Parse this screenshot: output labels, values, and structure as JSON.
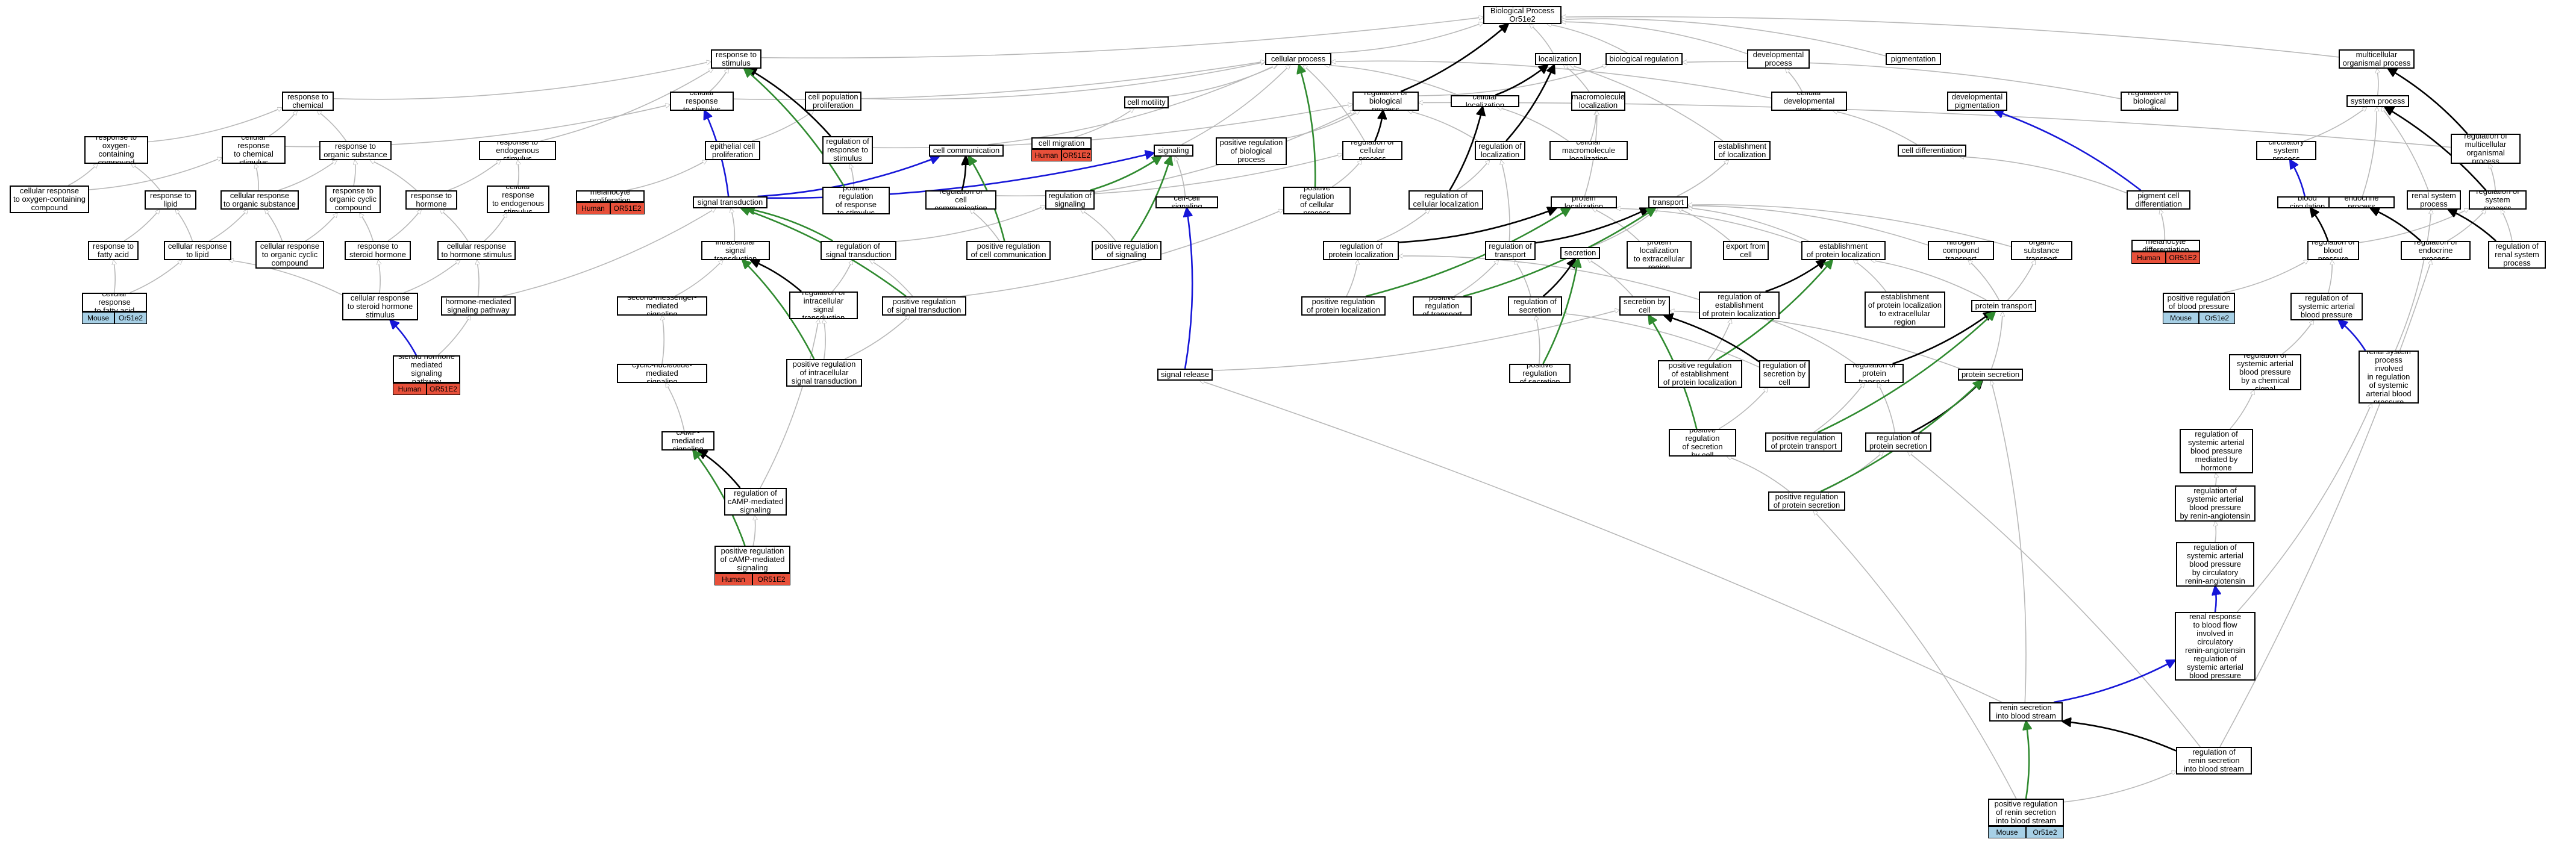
{
  "species_colors": {
    "Human": "#e8503a",
    "Mouse": "#a7d0e6"
  },
  "edge_colors": {
    "gray": "#b8b8b8",
    "black": "#000000",
    "green": "#2f8a2f",
    "blue": "#1616d8"
  },
  "nodes": {
    "bp": "Biological Process\nOr51e2",
    "cellproc": "cellular process",
    "bioreg": "biological regulation",
    "localization": "localization",
    "devproc": "developmental\nprocess",
    "pigmentation": "pigmentation",
    "multiorg": "multicellular\norganismal process",
    "respstim": "response to\nstimulus",
    "cellresp": "cellular response\nto stimulus",
    "cellpop": "cell population\nproliferation",
    "regbp": "regulation of\nbiological process",
    "cellloc": "cellular localization",
    "macroloc": "macromolecule\nlocalization",
    "celldevproc": "cellular developmental\nprocess",
    "devpig": "developmental\npigmentation",
    "regbioqual": "regulation of\nbiological quality",
    "sysproc": "system process",
    "regmultiorg": "regulation of\nmulticellular\norganismal process",
    "respchem": "response to\nchemical",
    "cellmot": "cell motility",
    "cellmig": "cell migration",
    "signaling": "signaling",
    "cellcomm": "cell communication",
    "posregbp": "positive regulation\nof biological\nprocess",
    "regcellproc": "regulation of\ncellular process",
    "regloc": "regulation of\nlocalization",
    "cellmacroloc": "cellular macromolecule\nlocalization",
    "estloc": "establishment\nof localization",
    "celldiff": "cell differentiation",
    "circsys": "circulatory\nsystem process",
    "respoxy": "response to\noxygen-containing\ncompound",
    "cellrespchem": "cellular response\nto chemical\nstimulus",
    "resporg": "response to\norganic substance",
    "respendo": "response to\nendogenous stimulus",
    "epicell": "epithelial cell\nproliferation",
    "regrespstim": "regulation of\nresponse to\nstimulus",
    "bloodcirc": "blood circulation",
    "cellrespoxy": "cellular response\nto oxygen-containing\ncompound",
    "resplipid": "response to\nlipid",
    "cellresporg": "cellular response\nto organic substance",
    "resporgcyc": "response to\norganic cyclic\ncompound",
    "resphorm": "response to\nhormone",
    "cellrespendo": "cellular response\nto endogenous\nstimulus",
    "melprolif": "melanocyte proliferation",
    "sigtrans": "signal transduction",
    "posregresp": "positive regulation\nof response\nto stimulus",
    "regcellcomm": "regulation of\ncell communication",
    "regsig": "regulation of\nsignaling",
    "cellcell": "cell-cell signaling",
    "posregcellproc": "positive regulation\nof cellular\nprocess",
    "regcellloc": "regulation of\ncellular localization",
    "protloc": "protein localization",
    "transport": "transport",
    "pigcelldiff": "pigment cell\ndifferentiation",
    "endoproc": "endocrine process",
    "renalsys": "renal system\nprocess",
    "regsysproc": "regulation of\nsystem process",
    "respfatty": "response to\nfatty acid",
    "cellresplipid": "cellular response\nto lipid",
    "cellresporgcyc": "cellular response\nto organic cyclic\ncompound",
    "respsteroid": "response to\nsteroid hormone",
    "cellresphorm": "cellular response\nto hormone stimulus",
    "intrasig": "intracellular\nsignal transduction",
    "regsigtrans": "regulation of\nsignal transduction",
    "posregcellcomm": "positive regulation\nof cell communication",
    "posregsig": "positive regulation\nof signaling",
    "regprotloc": "regulation of\nprotein localization",
    "regtransport": "regulation of\ntransport",
    "secretion": "secretion",
    "protlocext": "protein localization\nto extracellular\nregion",
    "exportcell": "export from\ncell",
    "estprotloc": "establishment\nof protein localization",
    "nitrogen": "nitrogen compound\ntransport",
    "orgsubst": "organic substance\ntransport",
    "melanodiff": "melanocyte differentiation",
    "regbloodpres": "regulation of\nblood pressure",
    "regendoproc": "regulation of\nendocrine process",
    "regrenalsys": "regulation of\nrenal system\nprocess",
    "cellrespfatty": "cellular response\nto fatty acid",
    "cellrespsteroid": "cellular response\nto steroid hormone\nstimulus",
    "hormsig": "hormone-mediated\nsignaling pathway",
    "secmsg": "second-messenger-mediated\nsignaling",
    "regintrasig": "regulation of\nintracellular\nsignal transduction",
    "posregsigtrans": "positive regulation\nof signal transduction",
    "posregprotloc": "positive regulation\nof protein localization",
    "posregtransport": "positive regulation\nof transport",
    "regsecretion": "regulation of\nsecretion",
    "secbycell": "secretion by\ncell",
    "regestprotloc": "regulation of\nestablishment\nof protein localization",
    "estprotlocext": "establishment\nof protein localization\nto extracellular\nregion",
    "prottransport": "protein transport",
    "posregbloodpres": "positive regulation\nof blood pressure",
    "regsysart": "regulation of\nsystemic arterial\nblood pressure",
    "steroidsig": "steroid hormone\nmediated signaling\npathway",
    "cycnuc": "cyclic-nucleotide-mediated\nsignaling",
    "posregintrasig": "positive regulation\nof intracellular\nsignal transduction",
    "signalrelease": "signal release",
    "posregsecretion": "positive regulation\nof secretion",
    "posregestprotloc": "positive regulation\nof establishment\nof protein localization",
    "regsecbycell": "regulation of\nsecretion by\ncell",
    "regprottransport": "regulation of\nprotein transport",
    "protsecretion": "protein secretion",
    "regsysartchem": "regulation of\nsystemic arterial\nblood pressure\nby a chemical signal",
    "renalsysreg": "renal system\nprocess involved\nin regulation\nof systemic\narterial blood\npressure",
    "camp": "cAMP-mediated\nsignaling",
    "posregsecbycell": "positive regulation\nof secretion\nby cell",
    "posregprottransport": "positive regulation\nof protein transport",
    "regprotsecretion": "regulation of\nprotein secretion",
    "regsysarthorm": "regulation of\nsystemic arterial\nblood pressure\nmediated by\nhormone",
    "regcamp": "regulation of\ncAMP-mediated\nsignaling",
    "posregprotsecretion": "positive regulation\nof protein secretion",
    "regsysartrenin": "regulation of\nsystemic arterial\nblood pressure\nby renin-angiotensin",
    "posregcamp": "positive regulation\nof cAMP-mediated\nsignaling",
    "regsysartcirc": "regulation of\nsystemic arterial\nblood pressure\nby circulatory\nrenin-angiotensin",
    "renalresp": "renal response\nto blood flow\ninvolved in\ncirculatory\nrenin-angiotensin\nregulation of\nsystemic arterial\nblood pressure",
    "reninsec": "renin secretion\ninto blood stream",
    "regreninsec": "regulation of\nrenin secretion\ninto blood stream",
    "posregreninsec": "positive regulation\nof renin secretion\ninto blood stream"
  },
  "tags": {
    "cellrespfatty": [
      "Mouse",
      "Or51e2"
    ],
    "posregbloodpres": [
      "Mouse",
      "Or51e2"
    ],
    "posregreninsec": [
      "Mouse",
      "Or51e2"
    ],
    "steroidsig": [
      "Human",
      "OR51E2"
    ],
    "melprolif": [
      "Human",
      "OR51E2"
    ],
    "cellmig": [
      "Human",
      "OR51E2"
    ],
    "posregcamp": [
      "Human",
      "OR51E2"
    ],
    "melanodiff": [
      "Human",
      "OR51E2"
    ]
  }
}
